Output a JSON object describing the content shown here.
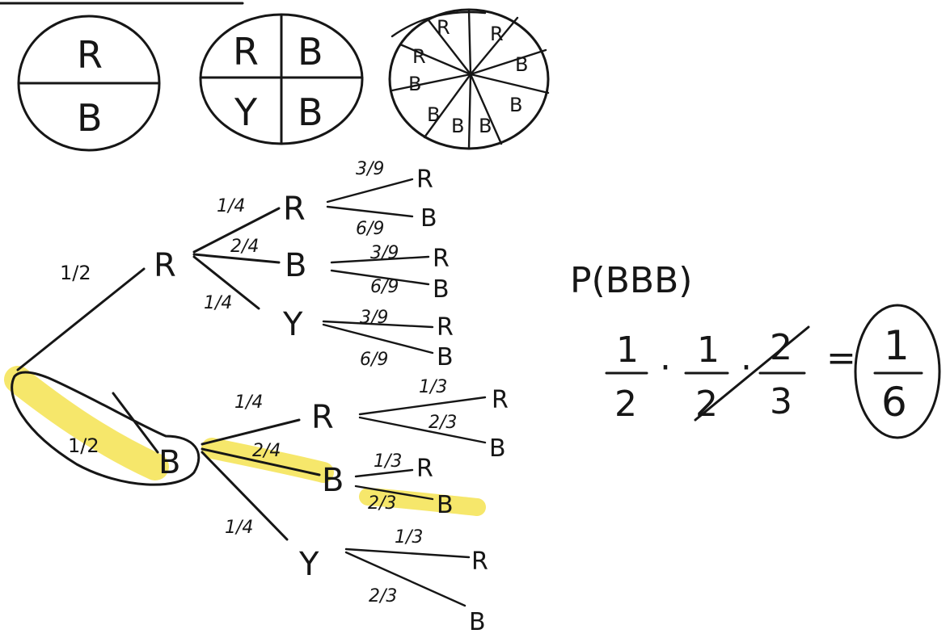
{
  "spinners": [
    {
      "sections": [
        "R",
        "B"
      ]
    },
    {
      "sections": [
        "R",
        "B",
        "Y",
        "B"
      ]
    },
    {
      "sections": [
        "R",
        "R",
        "R",
        "B",
        "B",
        "B",
        "B",
        "B",
        "B"
      ]
    }
  ],
  "tree": {
    "first": [
      {
        "outcome": "R",
        "prob": "1/2"
      },
      {
        "outcome": "B",
        "prob": "1/2"
      }
    ],
    "second_after_R": [
      {
        "outcome": "R",
        "prob": "1/4"
      },
      {
        "outcome": "B",
        "prob": "2/4"
      },
      {
        "outcome": "Y",
        "prob": "1/4"
      }
    ],
    "second_after_B": [
      {
        "outcome": "R",
        "prob": "1/4"
      },
      {
        "outcome": "B",
        "prob": "2/4"
      },
      {
        "outcome": "Y",
        "prob": "1/4"
      }
    ],
    "third_after_R": [
      {
        "outcome_top": "R",
        "prob_top": "3/9",
        "outcome_bottom": "B",
        "prob_bottom": "6/9"
      },
      {
        "outcome_top": "R",
        "prob_top": "3/9",
        "outcome_bottom": "B",
        "prob_bottom": "6/9"
      },
      {
        "outcome_top": "R",
        "prob_top": "3/9",
        "outcome_bottom": "B",
        "prob_bottom": "6/9"
      }
    ],
    "third_after_B": [
      {
        "outcome_top": "R",
        "prob_top": "1/3",
        "outcome_bottom": "B",
        "prob_bottom": "2/3"
      },
      {
        "outcome_top": "R",
        "prob_top": "1/3",
        "outcome_bottom": "B",
        "prob_bottom": "2/3"
      },
      {
        "outcome_top": "R",
        "prob_top": "1/3",
        "outcome_bottom": "B",
        "prob_bottom": "2/3"
      }
    ]
  },
  "calculation": {
    "label": "P(BBB)",
    "factors": [
      {
        "num": "1",
        "den": "2"
      },
      {
        "num": "1",
        "den": "2"
      },
      {
        "num": "2",
        "den": "3"
      }
    ],
    "equals": "=",
    "result": {
      "num": "1",
      "den": "6"
    }
  },
  "colors": {
    "ink": "#161616",
    "highlight": "#f3df3a"
  }
}
